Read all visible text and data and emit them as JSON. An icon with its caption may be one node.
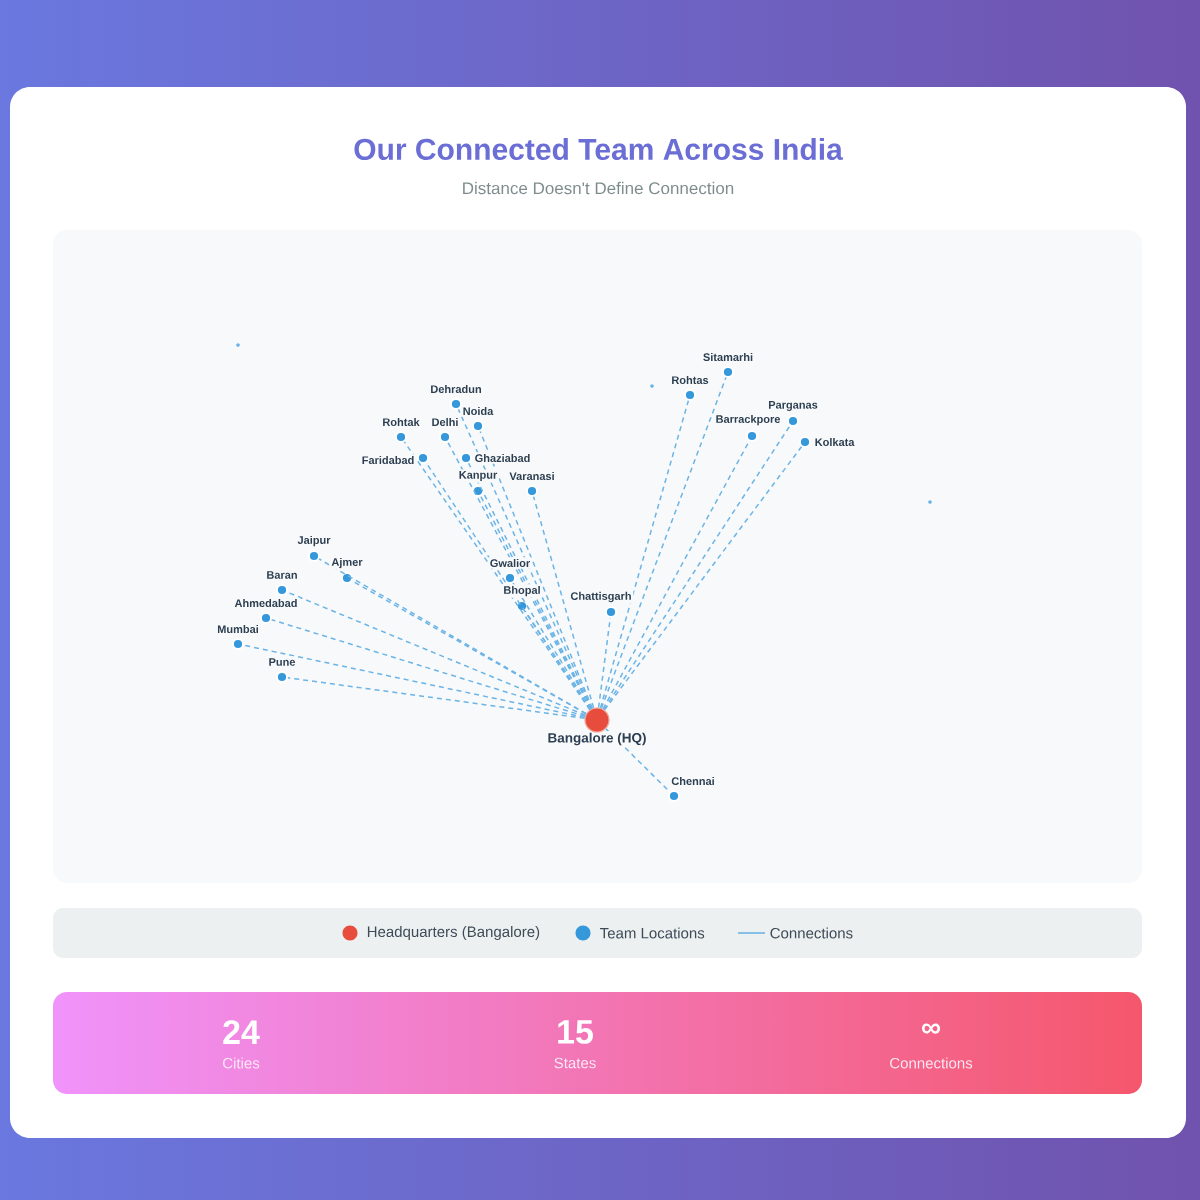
{
  "diagram": {
    "title": "Our Connected Team Across India",
    "nodes": [
      {
        "text": [
          "Sitamarhi"
        ]
      },
      {
        "text": [
          "Rohtas"
        ]
      },
      {
        "text": [
          "Dehradun"
        ]
      },
      {
        "text": [
          "Noida"
        ]
      },
      {
        "text": [
          "Parganas"
        ]
      },
      {
        "text": [
          "Rohtak"
        ]
      },
      {
        "text": [
          "Delhi"
        ]
      },
      {
        "text": [
          "Barrackpore"
        ]
      },
      {
        "text": [
          "Kolkata"
        ]
      },
      {
        "text": [
          "Faridabad"
        ]
      },
      {
        "text": [
          "Ghaziabad"
        ]
      },
      {
        "text": [
          "Kanpur"
        ]
      },
      {
        "text": [
          "Varanasi"
        ]
      },
      {
        "text": [
          "Jaipur"
        ]
      },
      {
        "text": [
          "Ajmer"
        ]
      },
      {
        "text": [
          "Gwalior"
        ]
      },
      {
        "text": [
          "Baran"
        ]
      },
      {
        "text": [
          "Bhopal"
        ]
      },
      {
        "text": [
          "Ahmedabad"
        ]
      },
      {
        "text": [
          "Chattisgarh"
        ]
      },
      {
        "text": [
          "Mumbai"
        ]
      },
      {
        "text": [
          "Pune"
        ]
      },
      {
        "text": [
          "Bangalore (HQ)"
        ]
      },
      {
        "text": [
          "Chennai"
        ]
      },
      {
        "text": [
          "24",
          "Cities",
          "15",
          "States",
          "∞",
          "Connections"
        ]
      }
    ],
    "edges": [
      {
        "from": 22,
        "to": 0,
        "arrow": "none",
        "style": "dashed"
      },
      {
        "from": 22,
        "to": 1,
        "arrow": "none",
        "style": "dashed"
      },
      {
        "from": 22,
        "to": 2,
        "arrow": "none",
        "style": "dashed"
      },
      {
        "from": 22,
        "to": 3,
        "arrow": "none",
        "style": "dashed"
      },
      {
        "from": 22,
        "to": 4,
        "arrow": "none",
        "style": "dashed"
      },
      {
        "from": 22,
        "to": 5,
        "arrow": "none",
        "style": "dashed"
      },
      {
        "from": 22,
        "to": 6,
        "arrow": "none",
        "style": "dashed"
      },
      {
        "from": 22,
        "to": 7,
        "arrow": "none",
        "style": "dashed"
      },
      {
        "from": 22,
        "to": 8,
        "arrow": "none",
        "style": "dashed"
      },
      {
        "from": 22,
        "to": 9,
        "arrow": "none",
        "style": "dashed"
      },
      {
        "from": 22,
        "to": 10,
        "arrow": "none",
        "style": "dashed"
      },
      {
        "from": 22,
        "to": 11,
        "arrow": "none",
        "style": "dashed"
      },
      {
        "from": 22,
        "to": 12,
        "arrow": "none",
        "style": "dashed"
      },
      {
        "from": 22,
        "to": 13,
        "arrow": "none",
        "style": "dashed"
      },
      {
        "from": 22,
        "to": 14,
        "arrow": "none",
        "style": "dashed"
      },
      {
        "from": 22,
        "to": 15,
        "arrow": "none",
        "style": "dashed"
      },
      {
        "from": 22,
        "to": 16,
        "arrow": "none",
        "style": "dashed"
      },
      {
        "from": 22,
        "to": 17,
        "arrow": "none",
        "style": "dashed"
      },
      {
        "from": 22,
        "to": 18,
        "arrow": "none",
        "style": "dashed"
      },
      {
        "from": 22,
        "to": 19,
        "arrow": "none",
        "style": "dashed"
      },
      {
        "from": 22,
        "to": 20,
        "arrow": "none",
        "style": "dashed"
      },
      {
        "from": 22,
        "to": 21,
        "arrow": "none",
        "style": "dashed"
      },
      {
        "from": 22,
        "to": 23,
        "arrow": "none",
        "style": "dashed"
      }
    ],
    "labels": [
      "Distance Doesn't Define Connection"
    ],
    "legend": [
      {
        "text": "Headquarters (Bangalore)",
        "color": "#e74c3c"
      },
      {
        "text": "Team Locations",
        "color": "#3498db"
      },
      {
        "text": "Connections"
      }
    ]
  }
}
